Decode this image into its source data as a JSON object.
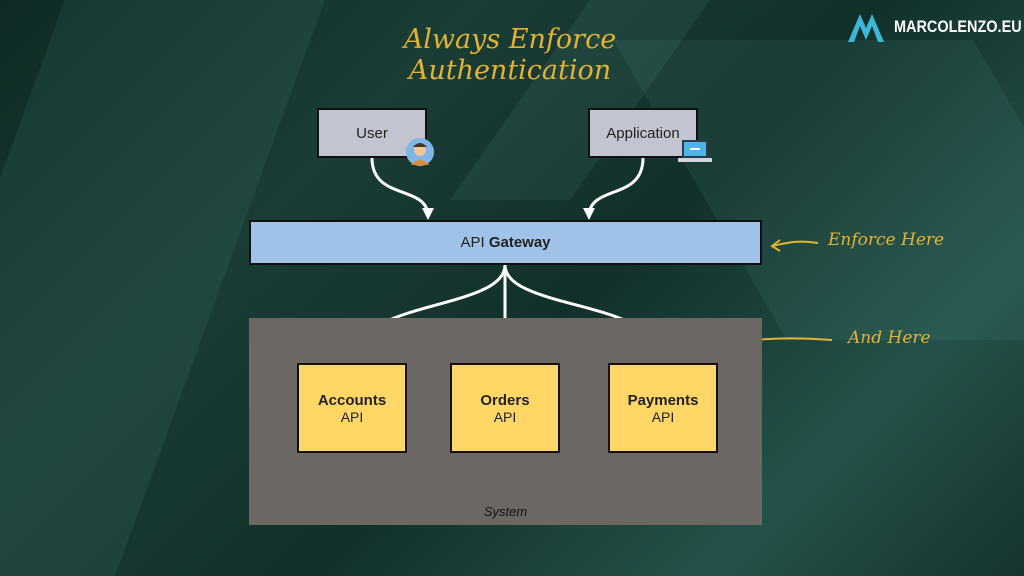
{
  "title": "Always Enforce Authentication",
  "logo": {
    "text": "MARCOLENZO.EU"
  },
  "clients": [
    {
      "label": "User"
    },
    {
      "label": "Application"
    }
  ],
  "gateway": {
    "prefix": "API",
    "name": "Gateway"
  },
  "system": {
    "label": "System"
  },
  "apis": [
    {
      "name": "Accounts",
      "suffix": "API"
    },
    {
      "name": "Orders",
      "suffix": "API"
    },
    {
      "name": "Payments",
      "suffix": "API"
    }
  ],
  "notes": {
    "gateway": "Enforce Here",
    "services": "And Here"
  },
  "colors": {
    "accent": "#e2b233",
    "gateway": "#9fc3e8",
    "service": "#fed766",
    "client": "#c3c4d2",
    "system": "#6d6764"
  }
}
